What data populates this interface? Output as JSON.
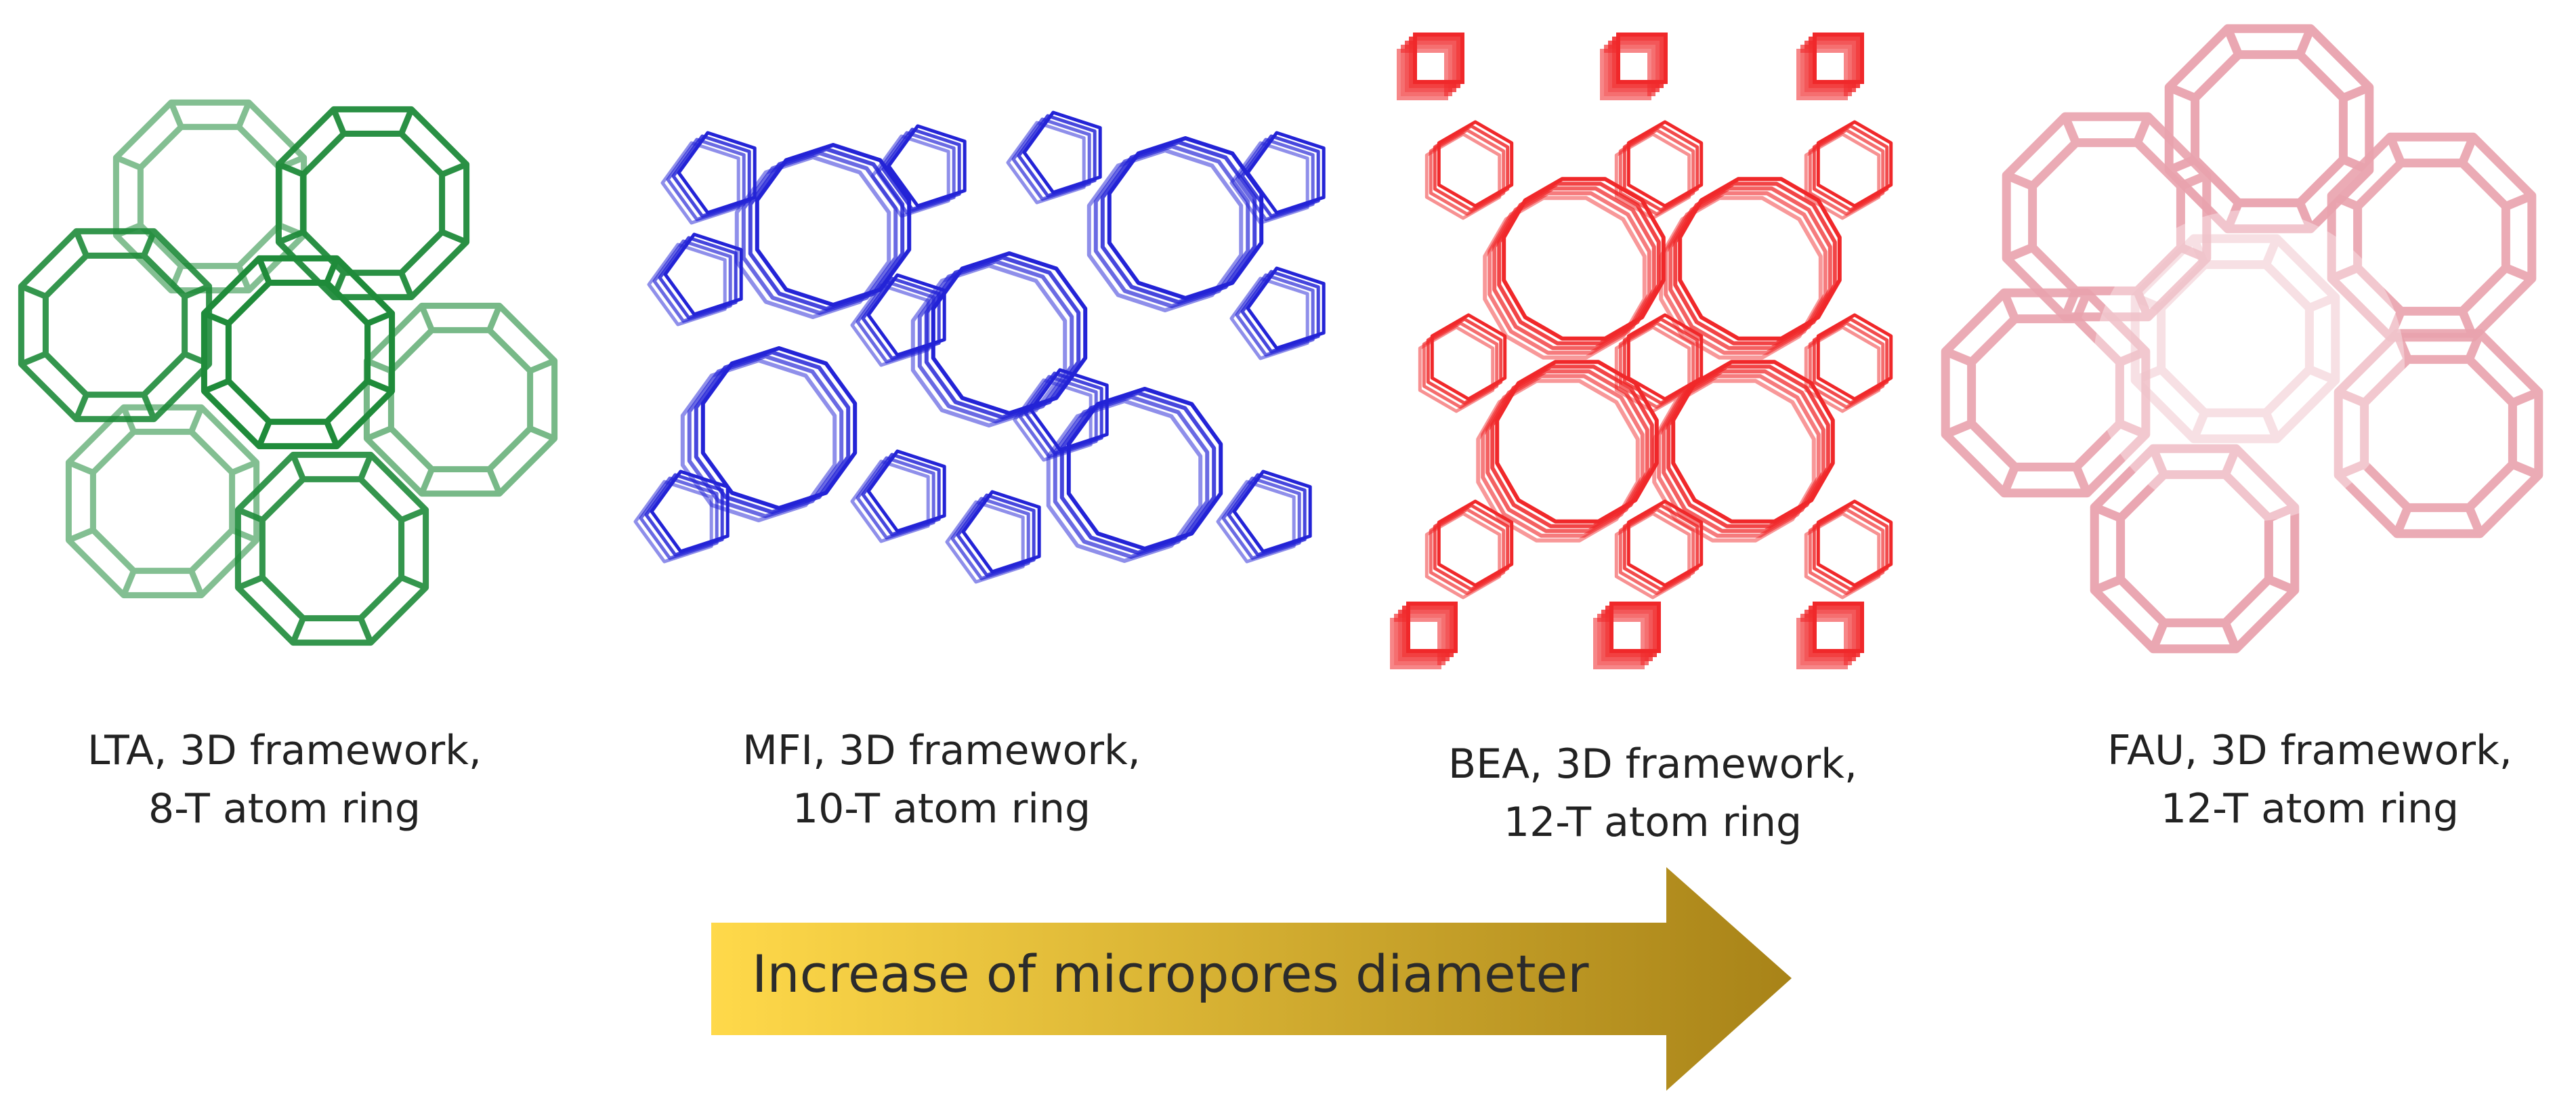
{
  "frameworks": [
    {
      "code": "LTA",
      "line1": "LTA, 3D framework,",
      "line2": "8-T atom ring",
      "color": "#1f8b3a",
      "structure_icon": "cage-lattice-icon"
    },
    {
      "code": "MFI",
      "line1": "MFI, 3D framework,",
      "line2": "10-T atom ring",
      "color": "#2323d6",
      "structure_icon": "pentasil-lattice-icon"
    },
    {
      "code": "BEA",
      "line1": "BEA, 3D framework,",
      "line2": "12-T atom ring",
      "color": "#f0282a",
      "structure_icon": "channel-lattice-icon"
    },
    {
      "code": "FAU",
      "line1": "FAU, 3D framework,",
      "line2": "12-T atom ring",
      "color": "#e9a3ae",
      "structure_icon": "supercage-lattice-icon"
    }
  ],
  "trend_arrow": {
    "label": "Increase of micropores diameter",
    "gradient_start": "#ffd94a",
    "gradient_end": "#a88318",
    "direction": "right"
  }
}
